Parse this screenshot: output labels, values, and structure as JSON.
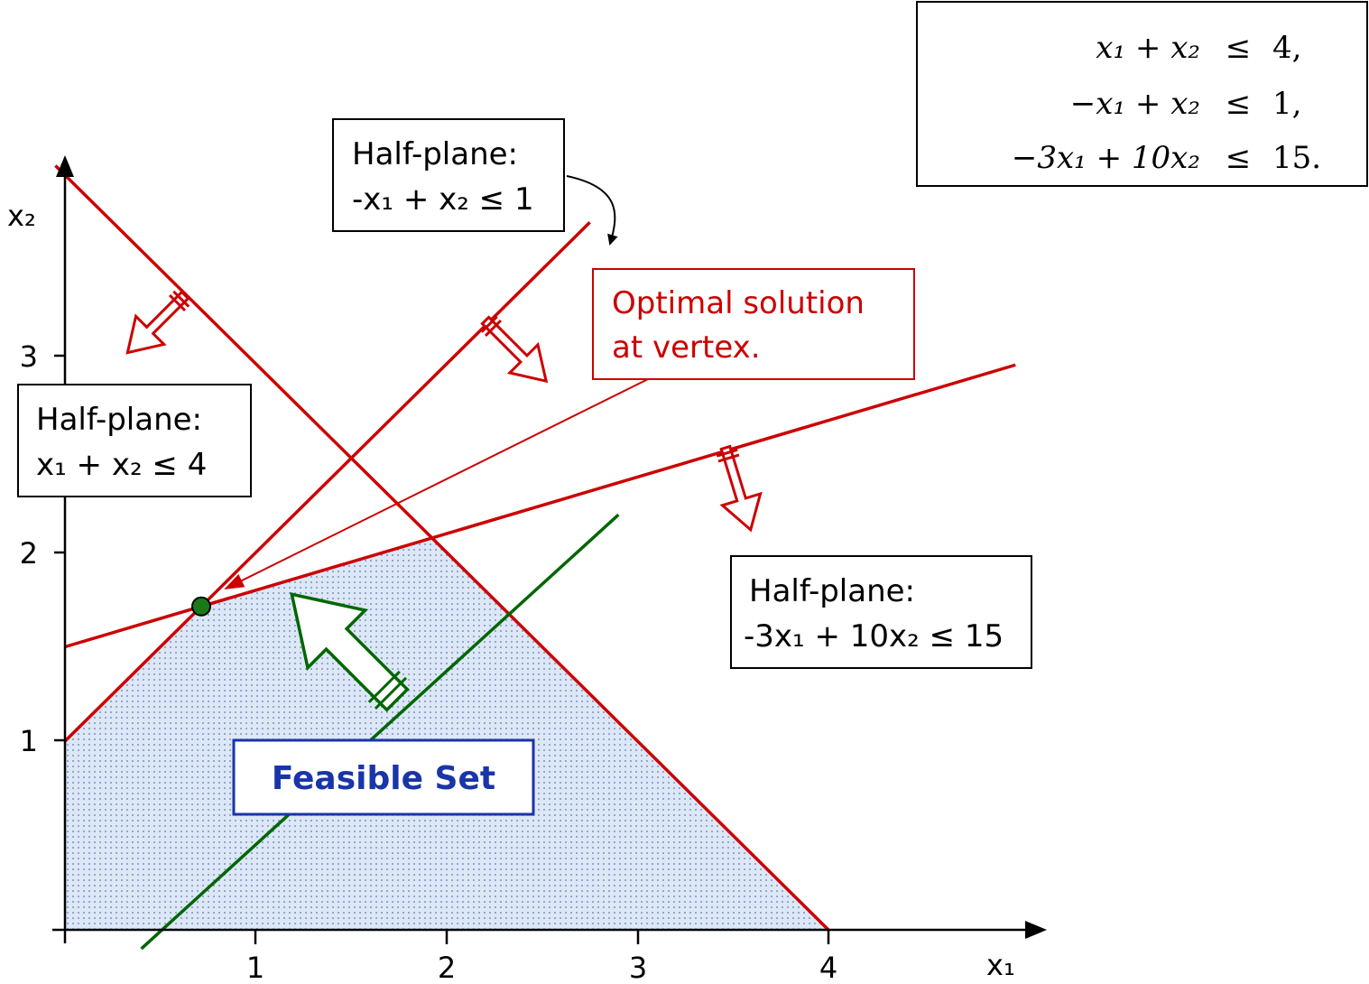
{
  "constraints_box": {
    "rows": [
      {
        "lhs": "x₁ + x₂",
        "rel": "≤",
        "rhs": "4,"
      },
      {
        "lhs": "−x₁ + x₂",
        "rel": "≤",
        "rhs": "1,"
      },
      {
        "lhs": "−3x₁ + 10x₂",
        "rel": "≤",
        "rhs": "15."
      }
    ]
  },
  "labels": {
    "hp1_title": "Half-plane:",
    "hp1_expr": "-x₁ + x₂ ≤ 1",
    "hp2_title": "Half-plane:",
    "hp2_expr": "x₁ + x₂ ≤ 4",
    "hp3_title": "Half-plane:",
    "hp3_expr": "-3x₁ + 10x₂ ≤ 15",
    "optimal_line1": "Optimal solution",
    "optimal_line2": "at vertex.",
    "feasible": "Feasible Set",
    "x_axis": "x₁",
    "y_axis": "x₂"
  },
  "axes": {
    "x_ticks": [
      "1",
      "2",
      "3",
      "4"
    ],
    "y_ticks": [
      "1",
      "2",
      "3"
    ]
  },
  "geometry": {
    "constraints": [
      {
        "a": 1,
        "b": 1,
        "c": 4
      },
      {
        "a": -1,
        "b": 1,
        "c": 1
      },
      {
        "a": -3,
        "b": 10,
        "c": 15
      }
    ],
    "optimal_vertex": {
      "x": 0.714,
      "y": 1.714
    },
    "objective_line": {
      "x0": 0.4,
      "y0": -0.1,
      "x1": 2.9,
      "y1": 2.2
    }
  },
  "colors": {
    "constraint": "#cc0000",
    "objective": "#006600",
    "feasible_fill": "#dbe6f7",
    "feasible_dot": "#4a6cb0",
    "feasible_label": "#1a35a8",
    "vertex": "#1a7a1a"
  }
}
